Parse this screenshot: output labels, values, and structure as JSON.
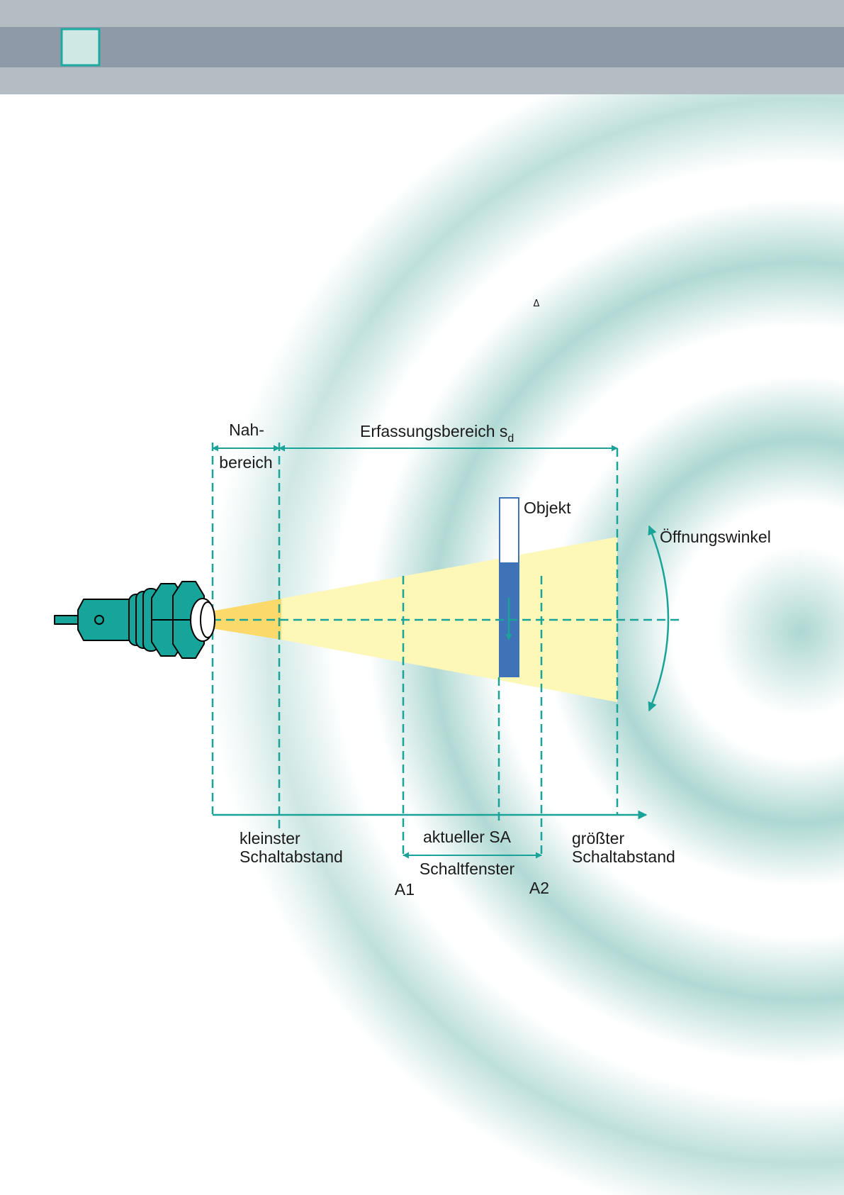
{
  "colors": {
    "header_light": "#b4bcc4",
    "header_dark": "#8e9aa7",
    "chapter_box_fill": "#cfe8e4",
    "chapter_box_stroke": "#1eaaa0",
    "accent": "#1aa398",
    "sensor": "#17a49a",
    "beam_near": "#fbd96a",
    "beam_far": "#fdf7b8",
    "object_fill": "#3f73b8",
    "text": "#1a1a1a",
    "ripple": "#a8d5cf"
  },
  "diagram": {
    "small_mark": "Δ",
    "labels": {
      "near_zone_line1": "Nah-",
      "near_zone_line2": "bereich",
      "detection_range_main": "Erfassungsbereich s",
      "detection_range_sub": "d",
      "object": "Objekt",
      "opening_angle": "Öffnungswinkel",
      "min_distance_line1": "kleinster",
      "min_distance_line2": "Schaltabstand",
      "current_sa": "aktueller SA",
      "switching_window": "Schaltfenster",
      "max_distance_line1": "größter",
      "max_distance_line2": "Schaltabstand",
      "a1": "A1",
      "a2": "A2"
    },
    "icons": {
      "sensor": "ultrasonic-sensor-icon",
      "object": "object-bar-icon"
    }
  }
}
